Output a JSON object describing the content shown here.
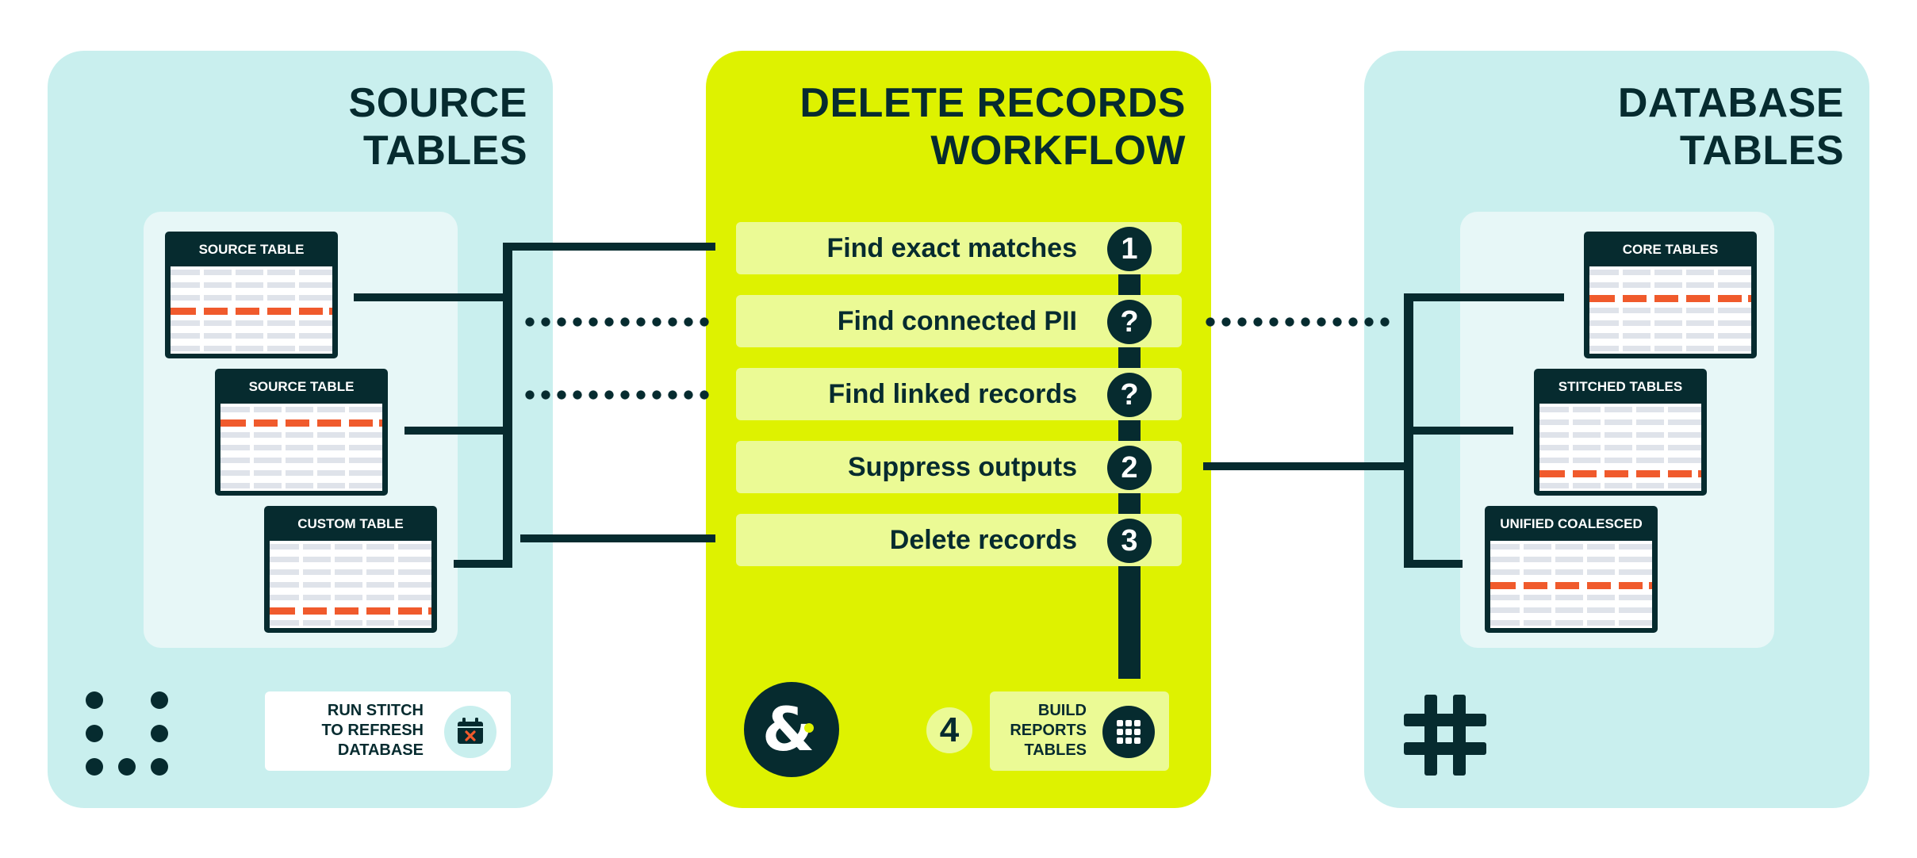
{
  "source_panel": {
    "title_line1": "SOURCE",
    "title_line2": "TABLES",
    "tables": [
      "SOURCE TABLE",
      "SOURCE TABLE",
      "CUSTOM TABLE"
    ],
    "run_button": {
      "line1": "RUN STITCH",
      "line2": "TO REFRESH",
      "line3": "DATABASE",
      "icon": "calendar-x-icon"
    },
    "corner_icon": "dot-grid-icon"
  },
  "workflow_panel": {
    "title_line1": "DELETE RECORDS",
    "title_line2": "WORKFLOW",
    "steps": [
      {
        "label": "Find exact matches",
        "marker": "1"
      },
      {
        "label": "Find connected PII",
        "marker": "?"
      },
      {
        "label": "Find linked records",
        "marker": "?"
      },
      {
        "label": "Suppress outputs",
        "marker": "2"
      },
      {
        "label": "Delete records",
        "marker": "3"
      }
    ],
    "final_step": {
      "number": "4",
      "line1": "BUILD",
      "line2": "REPORTS",
      "line3": "TABLES",
      "icon": "grid-dots-icon"
    },
    "logo": "ampersand-logo"
  },
  "database_panel": {
    "title_line1": "DATABASE",
    "title_line2": "TABLES",
    "tables": [
      "CORE TABLES",
      "STITCHED TABLES",
      "UNIFIED COALESCED"
    ],
    "corner_icon": "hash-icon"
  },
  "colors": {
    "dark": "#062b2f",
    "panel_blue": "#c9efee",
    "panel_lime": "#def200",
    "step_lime": "#ebfa95",
    "highlight_row": "#f05a2c"
  }
}
